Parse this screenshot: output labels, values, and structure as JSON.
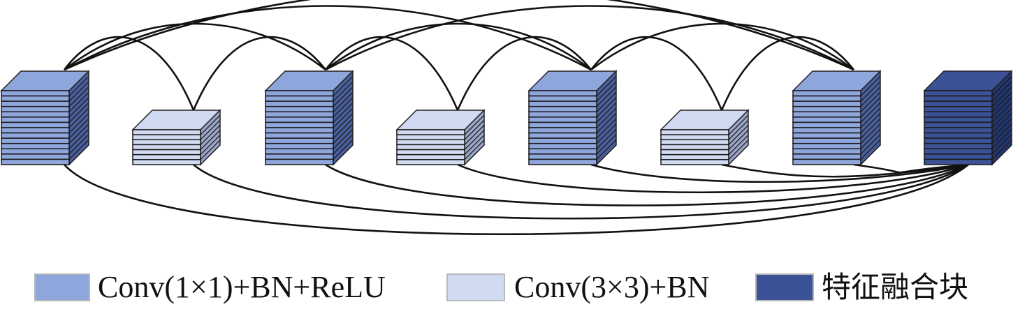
{
  "colors": {
    "conv1x1": "#8ea6dc",
    "conv1x1_side": "#4a5f9c",
    "conv3x3": "#d0daf0",
    "conv3x3_side": "#9aa6c6",
    "fusion": "#3b5396",
    "fusion_side": "#22356e",
    "line": "#111111"
  },
  "blocks": [
    {
      "id": "b1",
      "type": "conv1x1"
    },
    {
      "id": "b2",
      "type": "conv3x3"
    },
    {
      "id": "b3",
      "type": "conv1x1"
    },
    {
      "id": "b4",
      "type": "conv3x3"
    },
    {
      "id": "b5",
      "type": "conv1x1"
    },
    {
      "id": "b6",
      "type": "conv3x3"
    },
    {
      "id": "b7",
      "type": "conv1x1"
    },
    {
      "id": "b8",
      "type": "fusion"
    }
  ],
  "legend": [
    {
      "type": "conv1x1",
      "label": "Conv(1×1)+BN+ReLU"
    },
    {
      "type": "conv3x3",
      "label": "Conv(3×3)+BN"
    },
    {
      "type": "fusion",
      "label": "特征融合块"
    }
  ]
}
